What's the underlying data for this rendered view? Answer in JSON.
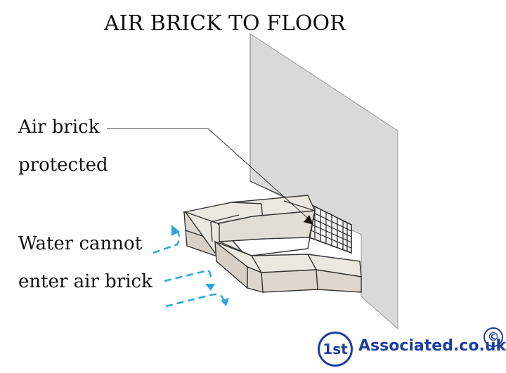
{
  "diagram": {
    "title": "AIR BRICK TO FLOOR",
    "label_air_brick_line1": "Air brick",
    "label_air_brick_line2": "protected",
    "label_water_line1": "Water cannot",
    "label_water_line2": "enter air brick"
  },
  "logo": {
    "badge_text": "1st",
    "brand_text": "Associated.co.uk",
    "copyright_symbol": "©",
    "color": "#1e3fa0"
  },
  "colors": {
    "wall": "#d9d9d9",
    "brick": "#e2ddd6",
    "arrow": "#29a8e0",
    "ink": "#222222"
  }
}
